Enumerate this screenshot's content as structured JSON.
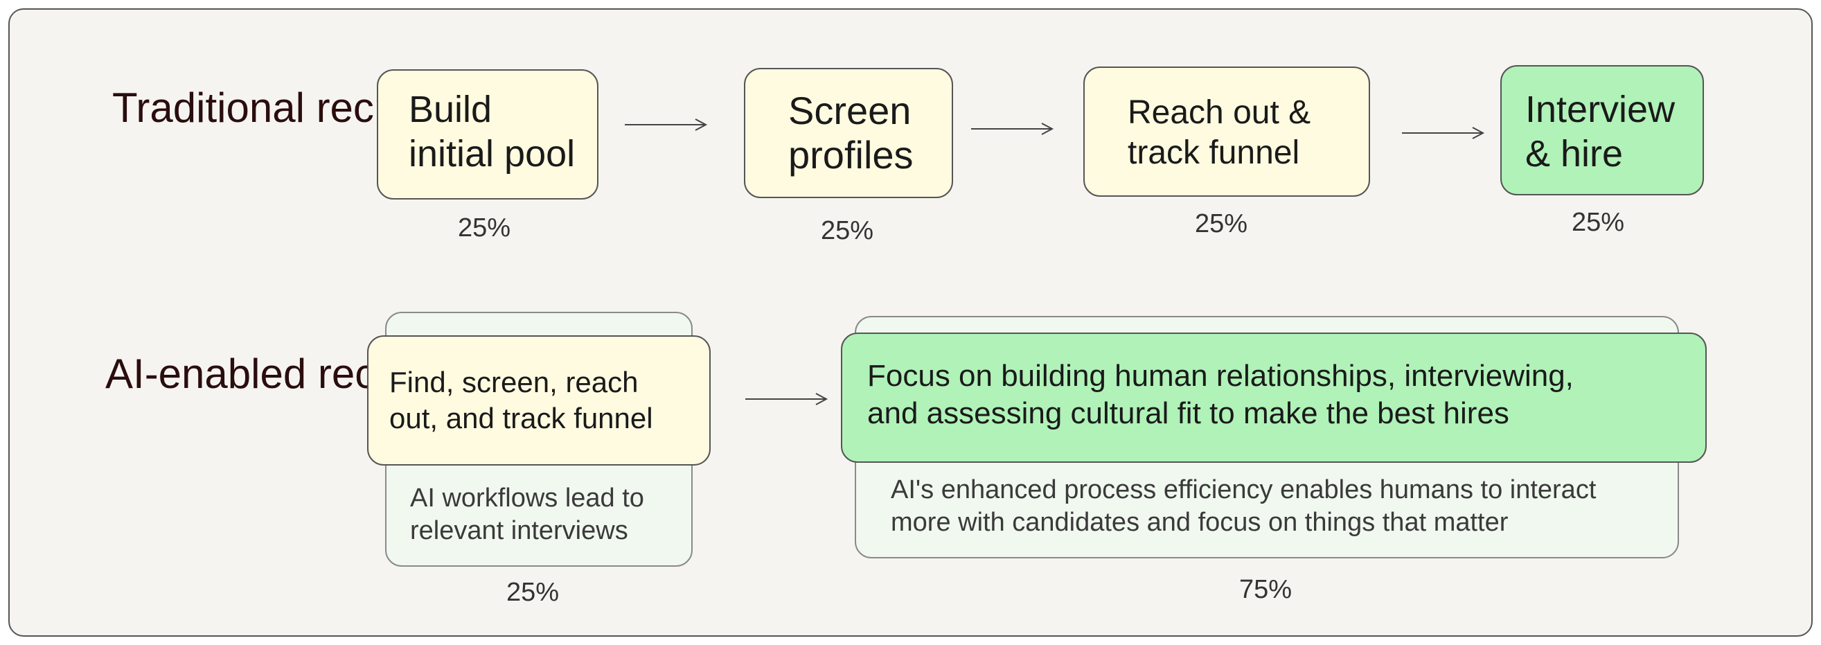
{
  "traditional": {
    "label": "Traditional\nrecruiting",
    "steps": [
      {
        "text": "Build\ninitial pool",
        "pct": "25%"
      },
      {
        "text": "Screen\nprofiles",
        "pct": "25%"
      },
      {
        "text": "Reach out &\ntrack funnel",
        "pct": "25%"
      },
      {
        "text": "Interview\n& hire",
        "pct": "25%"
      }
    ]
  },
  "ai": {
    "label": "AI-enabled\nrecruiting",
    "step1": {
      "text": "Find, screen, reach\nout, and track funnel",
      "note": "AI workflows lead to\nrelevant interviews",
      "pct": "25%"
    },
    "step2": {
      "text": "Focus on building human relationships, interviewing,\nand assessing cultural fit to make the best hires",
      "note": "AI's enhanced process efficiency enables humans to interact\nmore with candidates and focus on things that matter",
      "pct": "75%"
    }
  },
  "colors": {
    "yellow_box": "#fffbe0",
    "green_box": "#b0f2b8",
    "pale_box": "#f1f8f0",
    "label_text": "#2a0d0d"
  }
}
